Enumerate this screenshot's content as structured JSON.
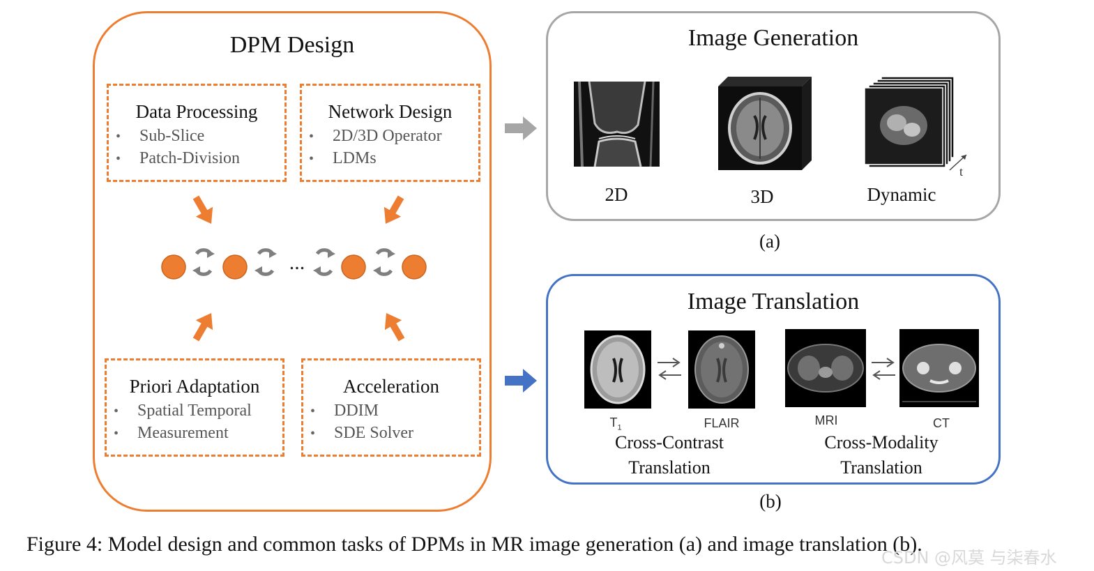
{
  "left_panel": {
    "title": "DPM Design",
    "data_processing": {
      "title": "Data Processing",
      "items": [
        "Sub-Slice",
        "Patch-Division"
      ]
    },
    "network_design": {
      "title": "Network Design",
      "items": [
        "2D/3D Operator",
        "LDMs"
      ]
    },
    "priori_adaptation": {
      "title": "Priori Adaptation",
      "items": [
        "Spatial Temporal",
        "Measurement"
      ]
    },
    "acceleration": {
      "title": "Acceleration",
      "items": [
        "DDIM",
        "SDE Solver"
      ]
    },
    "chain_ellipsis": "...",
    "colors": {
      "accent": "#ED7D31"
    }
  },
  "image_generation": {
    "title": "Image Generation",
    "labels": [
      "2D",
      "3D",
      "Dynamic"
    ],
    "time_axis": "t",
    "panel_label": "(a)",
    "border_color": "#A6A6A6"
  },
  "image_translation": {
    "title": "Image Translation",
    "image_labels": [
      "T",
      "FLAIR",
      "MRI",
      "CT"
    ],
    "t1_subscript": "1",
    "captions": [
      {
        "line1": "Cross-Contrast",
        "line2": "Translation"
      },
      {
        "line1": "Cross-Modality",
        "line2": "Translation"
      }
    ],
    "panel_label": "(b)",
    "border_color": "#4472C4"
  },
  "arrows": {
    "to_generation_color": "#A6A6A6",
    "to_translation_color": "#4472C4"
  },
  "figure_caption": "Figure 4: Model design and common tasks of DPMs in MR image generation (a) and image translation (b).",
  "watermark": "CSDN @风莫 与柒春水",
  "icons": [
    "orange-arrow-icon",
    "cycle-arrows-icon",
    "gray-arrow-icon",
    "blue-arrow-icon",
    "swap-arrows-icon"
  ]
}
